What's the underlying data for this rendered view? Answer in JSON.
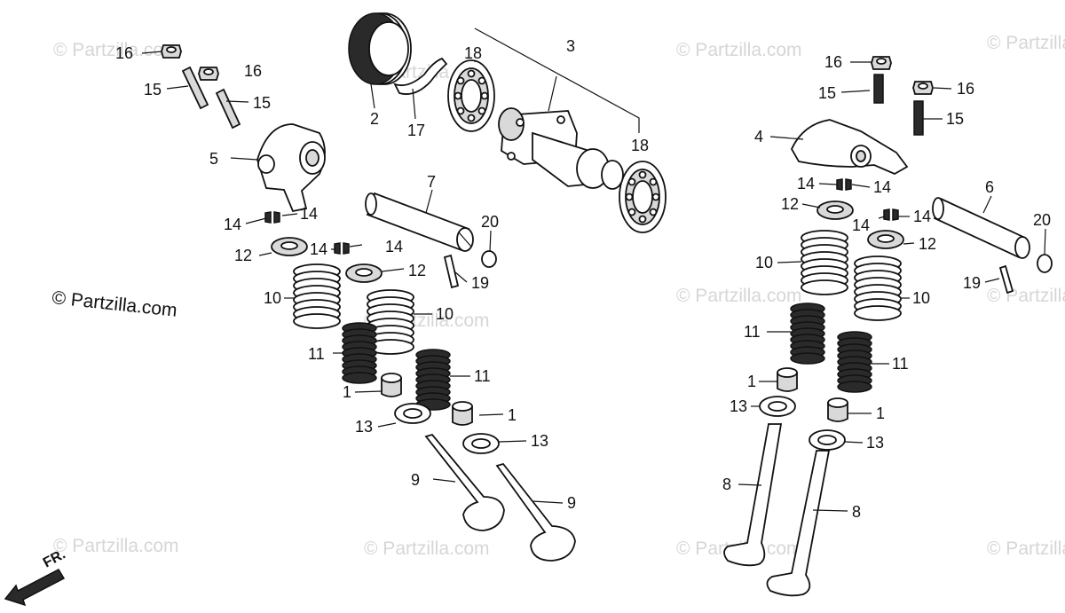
{
  "watermark": "© Partzilla.com",
  "copyright": "© Partzilla.com",
  "direction": "FR.",
  "labels": {
    "p1": "1",
    "p2": "2",
    "p3": "3",
    "p4": "4",
    "p5": "5",
    "p6": "6",
    "p7": "7",
    "p8": "8",
    "p9": "9",
    "p10": "10",
    "p11": "11",
    "p12": "12",
    "p13": "13",
    "p14": "14",
    "p15": "15",
    "p16": "16",
    "p17": "17",
    "p18": "18",
    "p19": "19",
    "p20": "20"
  }
}
